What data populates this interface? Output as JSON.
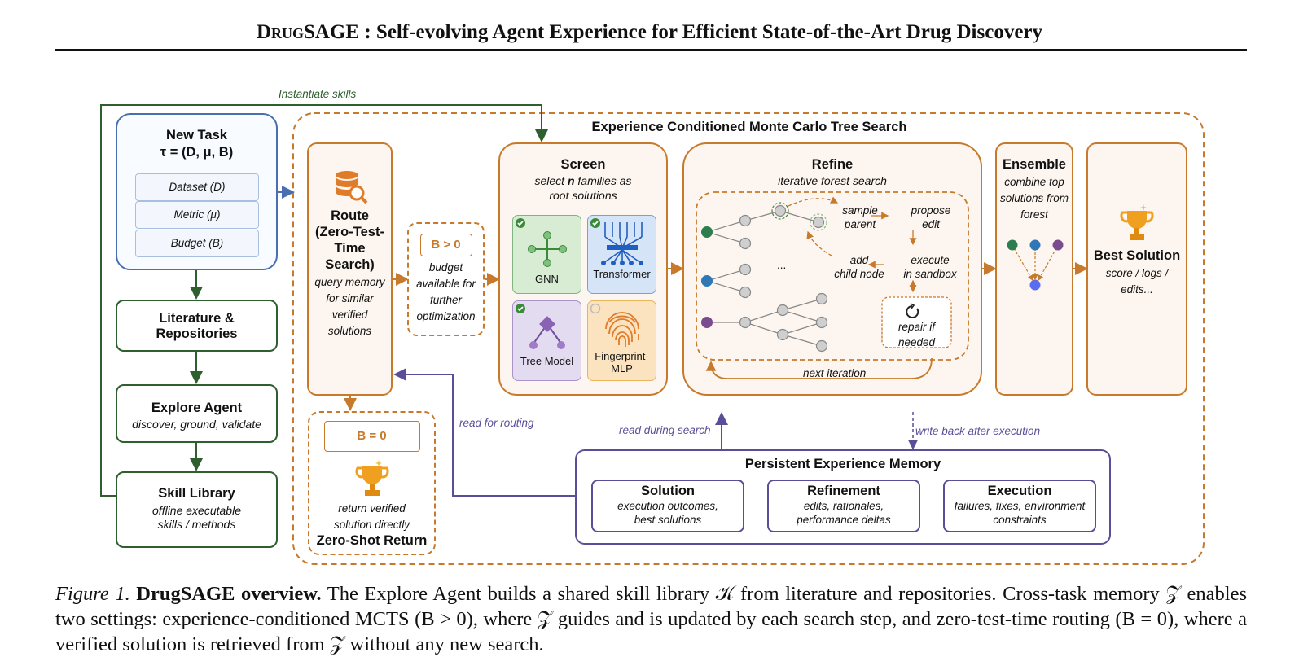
{
  "title": {
    "brand": "DrugSAGE",
    "rest": " : Self-evolving Agent Experience for Efficient State-of-the-Art Drug Discovery"
  },
  "colors": {
    "green": "#2f5e2f",
    "orange": "#c77a2b",
    "purple": "#5b4e99",
    "blue": "#4a6fb0"
  },
  "instantiate_label": "Instantiate skills",
  "new_task": {
    "title": "New Task",
    "formula": "τ = (D, μ, B)",
    "items": [
      "Dataset (D)",
      "Metric (μ)",
      "Budget (B)"
    ]
  },
  "literature": {
    "title": "Literature &",
    "title2": "Repositories"
  },
  "explore": {
    "title": "Explore Agent",
    "subtitle": "discover, ground, validate"
  },
  "skill_library": {
    "title": "Skill Library",
    "sub1": "offline executable",
    "sub2": "skills / methods"
  },
  "mcts_title": "Experience Conditioned Monte Carlo Tree Search",
  "route": {
    "icon": "database-search-icon",
    "title": [
      "Route",
      "(Zero-Test-",
      "Time",
      "Search)"
    ],
    "desc": [
      "query memory",
      "for similar",
      "verified",
      "solutions"
    ]
  },
  "budget_pos": {
    "label": "B > 0",
    "desc": [
      "budget",
      "available for",
      "further",
      "optimization"
    ]
  },
  "screen": {
    "title": "Screen",
    "sub1_pre": "select ",
    "sub1_n": "n",
    "sub1_post": " families as",
    "sub2": "root solutions",
    "families": [
      {
        "name": "GNN",
        "icon": "graph-icon",
        "checked": true
      },
      {
        "name": "Transformer",
        "icon": "attention-icon",
        "checked": true
      },
      {
        "name": "Tree Model",
        "icon": "tree-icon",
        "checked": true
      },
      {
        "name": "Fingerprint-",
        "name2": "MLP",
        "icon": "fingerprint-icon",
        "checked": false
      }
    ]
  },
  "refine": {
    "title": "Refine",
    "subtitle": "iterative forest search",
    "ellipsis": "...",
    "loop": {
      "sample": [
        "sample",
        "parent"
      ],
      "propose": [
        "propose",
        "edit"
      ],
      "execute": [
        "execute",
        "in sandbox"
      ],
      "add": [
        "add",
        "child node"
      ],
      "repair": [
        "repair if",
        "needed"
      ]
    },
    "next_iteration": "next iteration"
  },
  "ensemble": {
    "title": "Ensemble",
    "desc": [
      "combine top",
      "solutions from",
      "forest"
    ]
  },
  "best": {
    "icon": "trophy-icon",
    "title": "Best Solution",
    "desc": [
      "score / logs /",
      "edits..."
    ]
  },
  "zero_shot": {
    "label": "B = 0",
    "icon": "trophy-icon",
    "desc": [
      "return verified",
      "solution directly"
    ],
    "title": "Zero-Shot Return"
  },
  "labels": {
    "read_routing": "read for routing",
    "read_search": "read during search",
    "write_back": "write back after execution"
  },
  "memory": {
    "title": "Persistent Experience Memory",
    "cards": [
      {
        "title": "Solution",
        "l1": "execution outcomes,",
        "l2": "best solutions"
      },
      {
        "title": "Refinement",
        "l1": "edits, rationales,",
        "l2": "performance deltas"
      },
      {
        "title": "Execution",
        "l1": "failures, fixes, environment",
        "l2": "constraints"
      }
    ]
  },
  "caption": {
    "fig": "Figure 1.",
    "brand": "DrugSAGE overview.",
    "text": " The Explore Agent builds a shared skill library 𝒦 from literature and repositories. Cross-task memory 𝒵 enables two settings: experience-conditioned MCTS (B > 0), where 𝒵 guides and is updated by each search step, and zero-test-time routing (B = 0), where a verified solution is retrieved from 𝒵 without any new search."
  }
}
